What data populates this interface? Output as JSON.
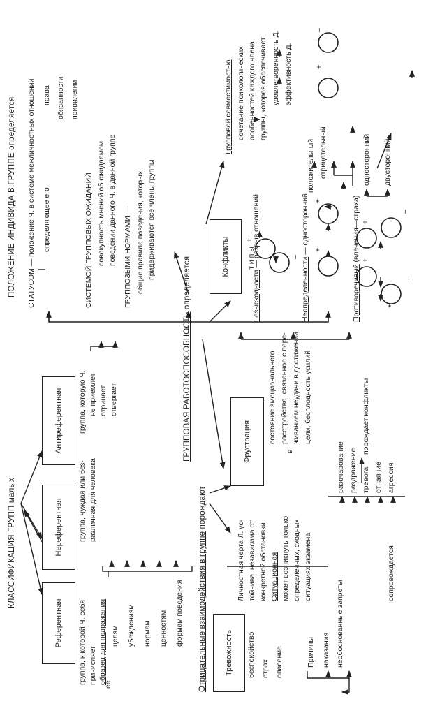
{
  "classification": {
    "title": "КЛАССИФИКАЦИЯ ГРУПП",
    "title_suffix": "малых",
    "referent": {
      "box_label": "Референтная",
      "desc_line1": "группа, к которой Ч. себя",
      "desc_line2": "причисляет",
      "sample": "образец для подражания",
      "sample_prefix": "ее",
      "items": [
        "целям",
        "убеждениям",
        "нормам",
        "ценностям",
        "формам поведения"
      ]
    },
    "nonreferent": {
      "box_label": "Нереферентная",
      "desc_line1": "группа, чуждая или без-",
      "desc_line2": "различная для человека"
    },
    "antireferent": {
      "box_label": "Антиреферентная",
      "desc_line1": "группа, которую Ч.",
      "items": [
        "не приемлет",
        "отрицает",
        "отвергает"
      ]
    }
  },
  "position": {
    "title": "ПОЛОЖЕНИЕ ИНДИВИДА В ГРУППЕ",
    "title_suffix": "определяется",
    "status": {
      "label": "СТАТУСОМ",
      "desc": "— положение Ч. в системе межличностных отношений",
      "sub": "определяющее его",
      "rights": [
        "права",
        "обязанности",
        "привилегии"
      ]
    },
    "expectations": {
      "label": "СИСТЕМОЙ ГРУППОВЫХ ОЖИДАНИЙ",
      "desc_line1": "совокупность мнений об ожидаемом",
      "desc_line2": "поведении данного Ч. в данной группе"
    },
    "norms": {
      "label": "ГРУППОЗЫМИ НОРМАМИ —",
      "desc_line1": "общие правила поведения, которых",
      "desc_line2": "придерживаются все члены группы"
    }
  },
  "interaction": {
    "title": "Отрицательные взаимодействия в группе",
    "title_suffix": "порождают",
    "anxiety": {
      "box_label": "Тревожность",
      "symptoms": [
        "беспокойство",
        "страх",
        "опасение"
      ],
      "personal_a": "Личностная",
      "personal_b": "черта Л. ус-",
      "personal_line2": "тойчива, независима от",
      "personal_line3": "конкретной обстановки",
      "situational": "Ситуационная",
      "situational_line1": "может возникнуть только",
      "situational_line2": "определенных, сходных",
      "situational_line3": "ситуациях экзамена",
      "causes_label": "Причины",
      "causes": [
        "наказания",
        "необоснованные запреты"
      ]
    },
    "frustration": {
      "box_label": "Фрустрация",
      "desc_lines": [
        "состояние эмоционального",
        "расстройства, связанное с пере-",
        "живанием неудачи в достижении",
        "цели, бесплодность усилий"
      ],
      "in_word": "в",
      "accompanied": "сопровождается",
      "feelings": [
        "разочарование",
        "раздражение",
        "тревога",
        "отчаяние",
        "агрессия"
      ],
      "generates": "порождает",
      "conflicts_word": "конфликты"
    }
  },
  "capacity": {
    "title": "ГРУППОВАЯ РАБОТОСПОСОБНОСТЬ",
    "title_suffix": "определяется",
    "conflicts_box": "Конфликты",
    "types_label": "типы",
    "hopeless": {
      "label": "Безысходности",
      "desc": "— разрыв отношений",
      "signs": [
        "+",
        "–"
      ]
    },
    "uncertainty": {
      "label": "Неопределенности",
      "desc": "— односторонний",
      "signs": [
        "+",
        "+"
      ],
      "branches": [
        "положительный",
        "отрицательный"
      ]
    },
    "contradictory": {
      "label": "Противоречивый",
      "desc": "(влечения—страха)",
      "signs": [
        "+",
        "+",
        "–",
        "+",
        "–"
      ],
      "branches": [
        "односторонний",
        "двусторонний"
      ]
    },
    "compatibility": {
      "title": "Групповой совместимостью",
      "desc_lines": [
        "сочетание психологических",
        "особенностей каждого члена",
        "группы, которая обеспечивает"
      ],
      "outcomes": [
        "удовлетворенность Д.",
        "эффективность Д."
      ],
      "signs": [
        "+",
        "–"
      ]
    }
  }
}
